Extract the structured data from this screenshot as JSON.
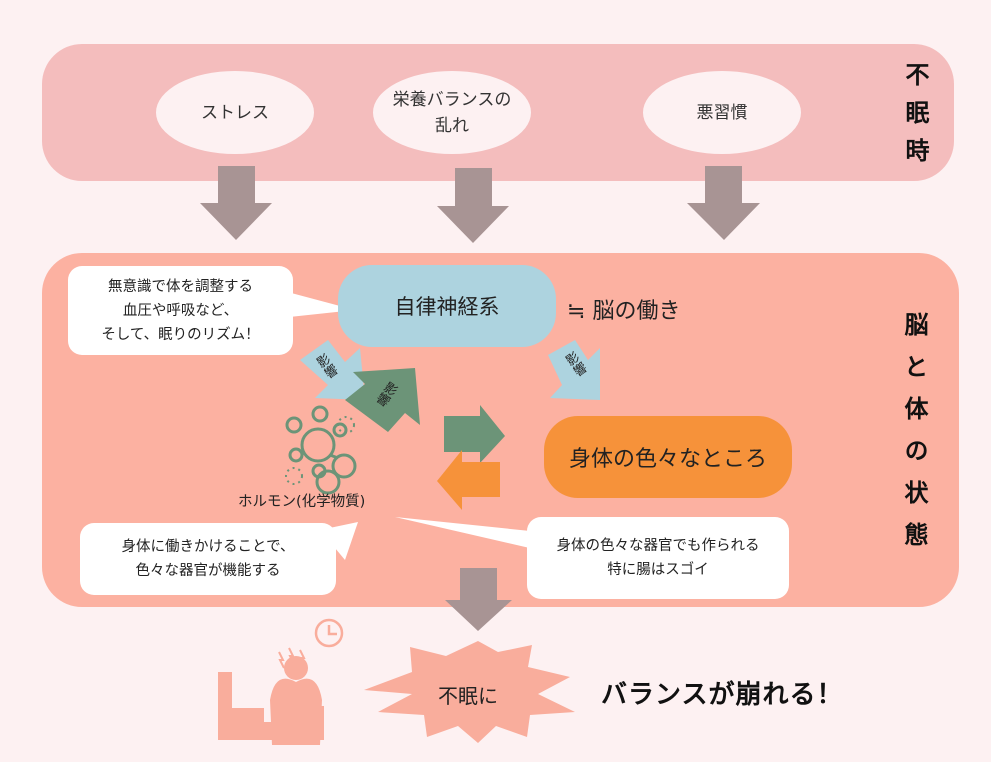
{
  "colors": {
    "background": "#fdf1f2",
    "top_panel": "#f4bdbd",
    "middle_panel": "#fcb1a1",
    "arrow_gray": "#a89494",
    "autonomic_blue": "#add3df",
    "body_orange": "#f6923a",
    "green": "#6c9478",
    "salmon": "#f9ad9c"
  },
  "top_section": {
    "label": "不眠時",
    "causes": [
      {
        "lines": [
          "ストレス"
        ]
      },
      {
        "lines": [
          "栄養バランスの",
          "乱れ"
        ]
      },
      {
        "lines": [
          "悪習慣"
        ]
      }
    ]
  },
  "middle_section": {
    "label": "脳と体の状態",
    "autonomic_nerve": "自律神経系",
    "approx_brain": "≒ 脳の働き",
    "influence_label": "影響",
    "body_parts": "身体の色々なところ",
    "hormone_label": "ホルモン(化学物質)",
    "bubble_autonomic": [
      "無意識で体を調整する",
      "血圧や呼吸など、",
      "そして、眠りのリズム！"
    ],
    "bubble_hormone_function": [
      "身体に働きかけることで、",
      "色々な器官が機能する"
    ],
    "bubble_hormone_origin": [
      "身体の色々な器官でも作られる",
      "特に腸はスゴイ"
    ]
  },
  "bottom_section": {
    "insomnia": "不眠に",
    "result": "バランスが崩れる！",
    "icons": [
      "insomnia-person-icon",
      "clock-icon",
      "molecule-icon"
    ]
  }
}
